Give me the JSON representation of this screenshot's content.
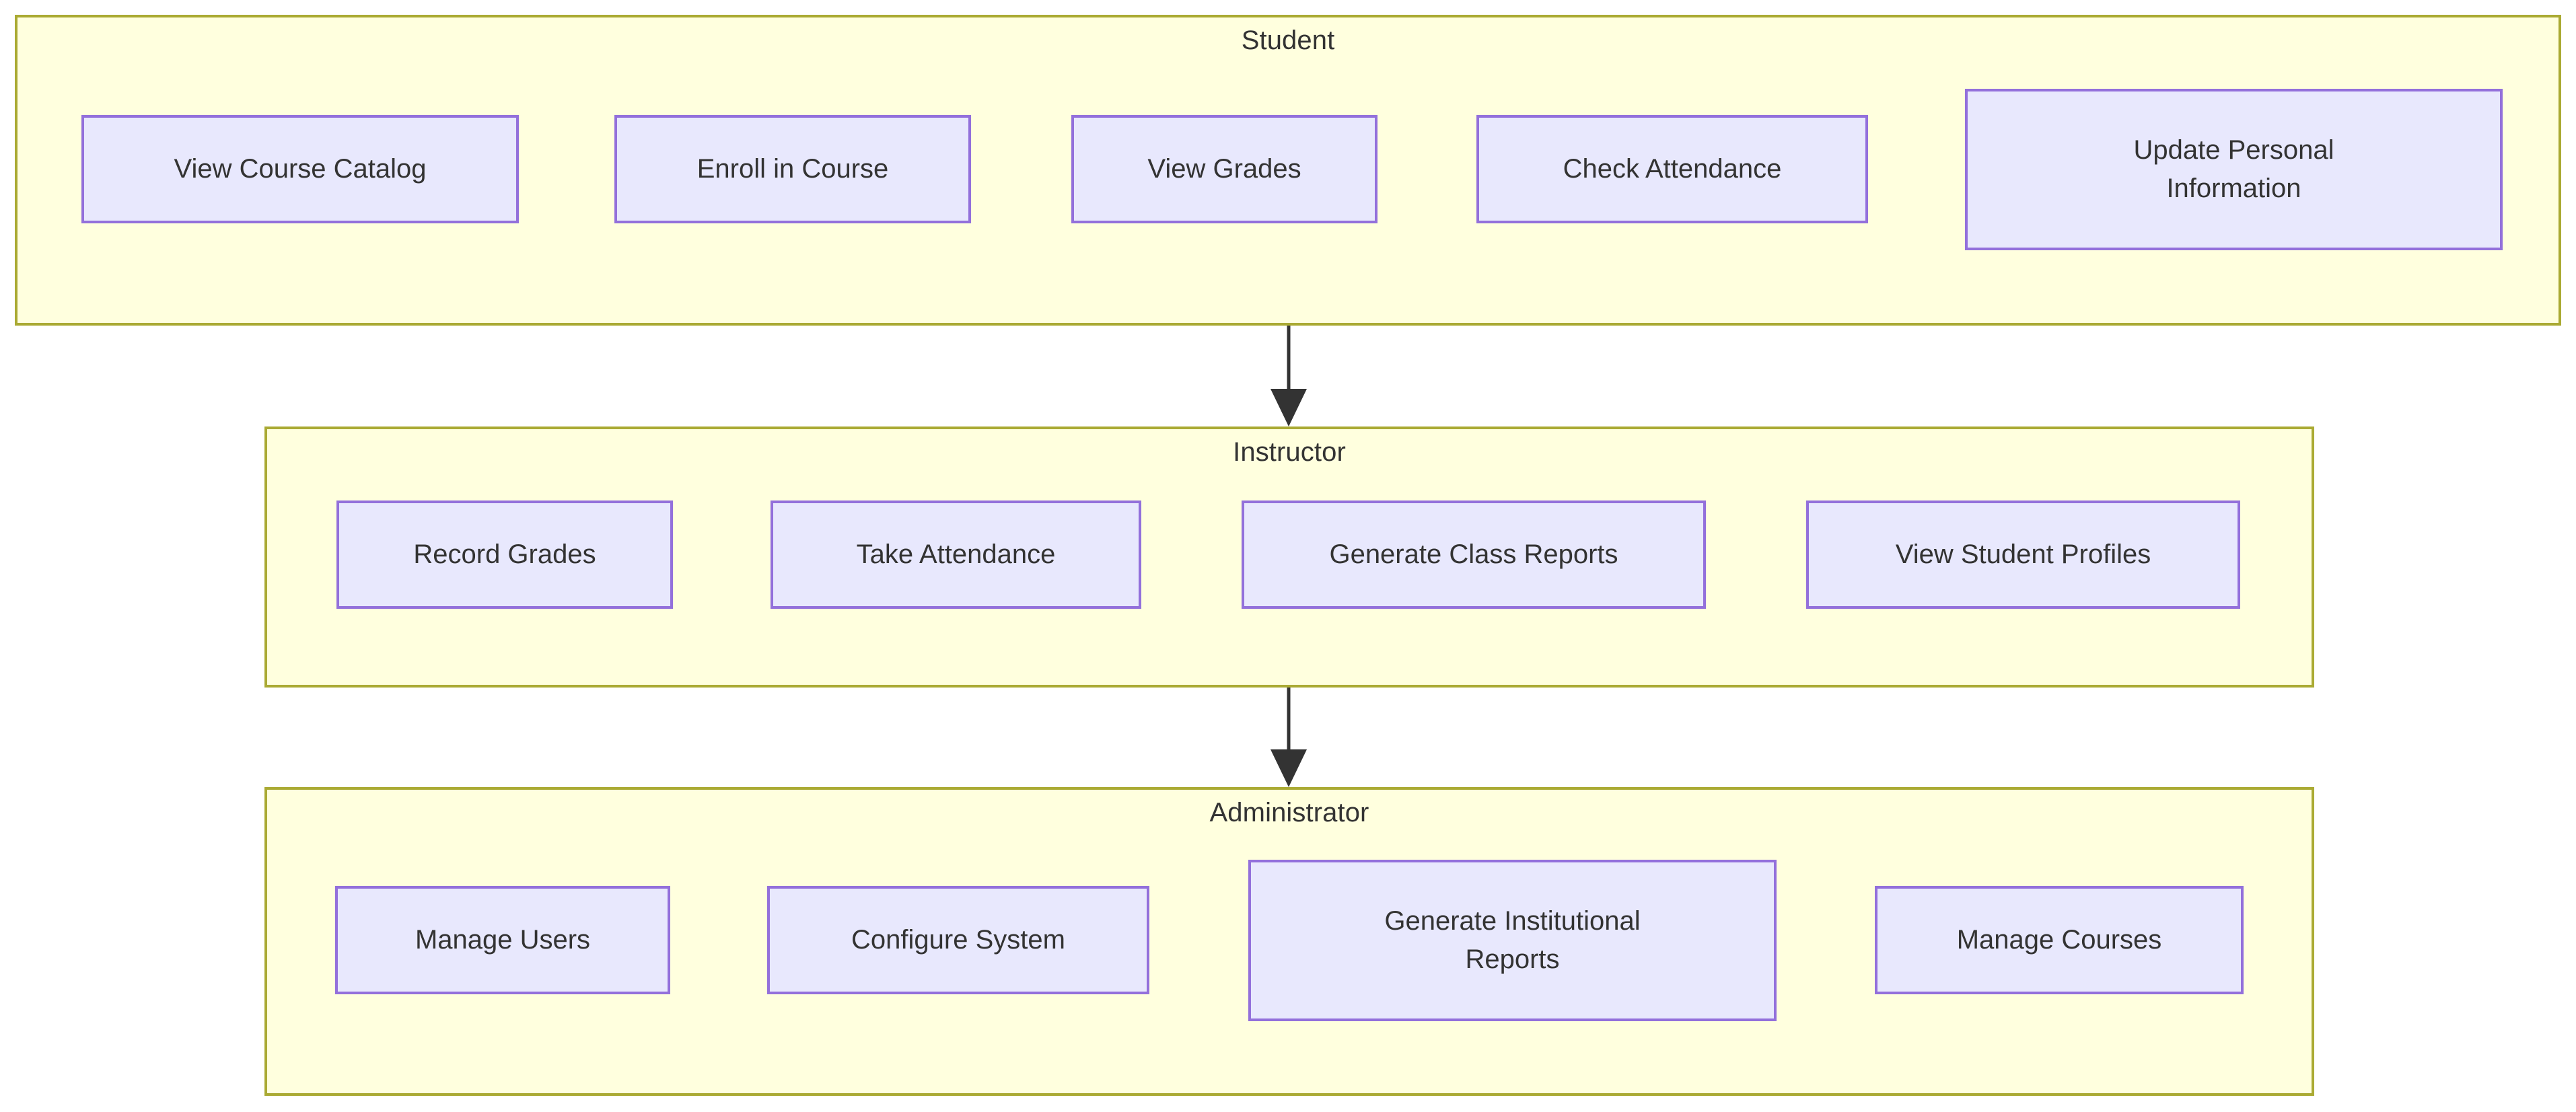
{
  "diagram": {
    "type": "flowchart",
    "title": "",
    "theme": {
      "cluster_fill": "#ffffde",
      "cluster_border": "#aaaa33",
      "node_fill": "#e8e8fd",
      "node_border": "#9370db",
      "text_color": "#333333",
      "edge_color": "#333333",
      "background": "#ffffff"
    },
    "clusters": [
      {
        "id": "student",
        "title": "Student",
        "nodes": [
          {
            "id": "view-course-catalog",
            "label": "View Course Catalog"
          },
          {
            "id": "enroll-in-course",
            "label": "Enroll in Course"
          },
          {
            "id": "view-grades",
            "label": "View Grades"
          },
          {
            "id": "check-attendance",
            "label": "Check Attendance"
          },
          {
            "id": "update-personal-information",
            "label": "Update Personal\nInformation"
          }
        ]
      },
      {
        "id": "instructor",
        "title": "Instructor",
        "nodes": [
          {
            "id": "record-grades",
            "label": "Record Grades"
          },
          {
            "id": "take-attendance",
            "label": "Take Attendance"
          },
          {
            "id": "generate-class-reports",
            "label": "Generate Class Reports"
          },
          {
            "id": "view-student-profiles",
            "label": "View Student Profiles"
          }
        ]
      },
      {
        "id": "administrator",
        "title": "Administrator",
        "nodes": [
          {
            "id": "manage-users",
            "label": "Manage Users"
          },
          {
            "id": "configure-system",
            "label": "Configure System"
          },
          {
            "id": "generate-institutional-reports",
            "label": "Generate Institutional\nReports"
          },
          {
            "id": "manage-courses",
            "label": "Manage Courses"
          }
        ]
      }
    ],
    "edges": [
      {
        "id": "edge-student-instructor",
        "from": "student",
        "to": "instructor",
        "label": "",
        "arrow": "down"
      },
      {
        "id": "edge-instructor-administrator",
        "from": "instructor",
        "to": "administrator",
        "label": "",
        "arrow": "down"
      }
    ]
  }
}
